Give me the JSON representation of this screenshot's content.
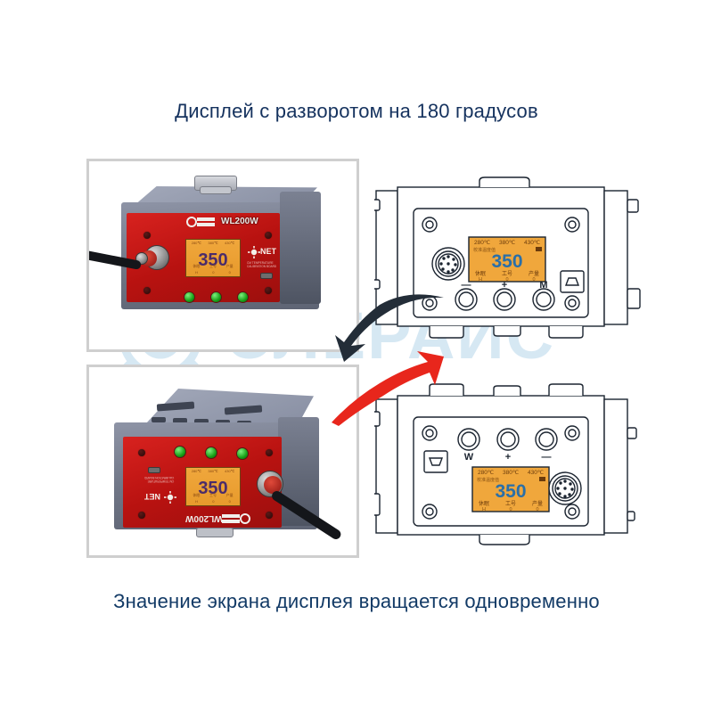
{
  "page": {
    "background_color": "#ffffff",
    "heading_color": "#15325e"
  },
  "headings": {
    "top": "Дисплей с разворотом на 180 градусов",
    "bottom": "Значение экрана дисплея вращается одновременно"
  },
  "watermark": {
    "text": "ЭЛЕРАИС",
    "color": "#cfe4f2",
    "icon": "gear-icon"
  },
  "panels": [
    {
      "id": "photo-normal",
      "kind": "photograph",
      "orientation": "normal",
      "device": {
        "brand_text": "WL200W",
        "logo_text": "NET",
        "sub_text": "CM TEMPERATURE CALIBRATION BOARD",
        "lcd": {
          "value": "350",
          "presets": [
            "280℃",
            "380℃",
            "430℃"
          ],
          "status_row": [
            "休眠",
            "工号",
            "产量"
          ],
          "status_values": [
            "H",
            "0",
            "0"
          ],
          "backlight_color": "#eda235",
          "digit_color": "#4b2c6a"
        },
        "led_count": 3,
        "screw_count": 4
      }
    },
    {
      "id": "photo-rotated",
      "kind": "photograph",
      "orientation": "rotated-180",
      "device": {
        "brand_text": "WL200W",
        "logo_text": "NET",
        "lcd": {
          "value": "350",
          "backlight_color": "#eda235",
          "digit_color": "#4b2c6a"
        },
        "led_count": 3,
        "screw_count": 4
      }
    },
    {
      "id": "diagram-normal",
      "kind": "line-drawing",
      "orientation": "normal",
      "buttons": [
        "—",
        "+",
        "M"
      ],
      "ports": [
        "aviation-connector-8pin",
        "usb-port"
      ],
      "lcd": {
        "value": "350",
        "presets": [
          "280℃",
          "380℃",
          "430℃"
        ],
        "sub_label": "校准温度值",
        "status_row": [
          "休眠",
          "工号",
          "产量"
        ],
        "status_values": [
          "H",
          "0",
          "0"
        ],
        "backlight_color": "#f0a73c"
      },
      "screw_count": 4
    },
    {
      "id": "diagram-rotated",
      "kind": "line-drawing",
      "orientation": "rotated-180",
      "buttons": [
        "W",
        "+",
        "—"
      ],
      "ports": [
        "usb-port",
        "aviation-connector-8pin"
      ],
      "lcd": {
        "value": "350",
        "presets": [
          "280℃",
          "380℃",
          "430℃"
        ],
        "sub_label": "校准温度值",
        "status_row": [
          "休眠",
          "工号",
          "产量"
        ],
        "status_values": [
          "H",
          "0",
          "0"
        ],
        "backlight_color": "#f0a73c"
      },
      "screw_count": 4
    }
  ],
  "arrows": [
    {
      "id": "arrow-dark",
      "color": "#232d38",
      "direction": "curve-left-down"
    },
    {
      "id": "arrow-red",
      "color": "#e8261c",
      "direction": "curve-up-right"
    }
  ]
}
